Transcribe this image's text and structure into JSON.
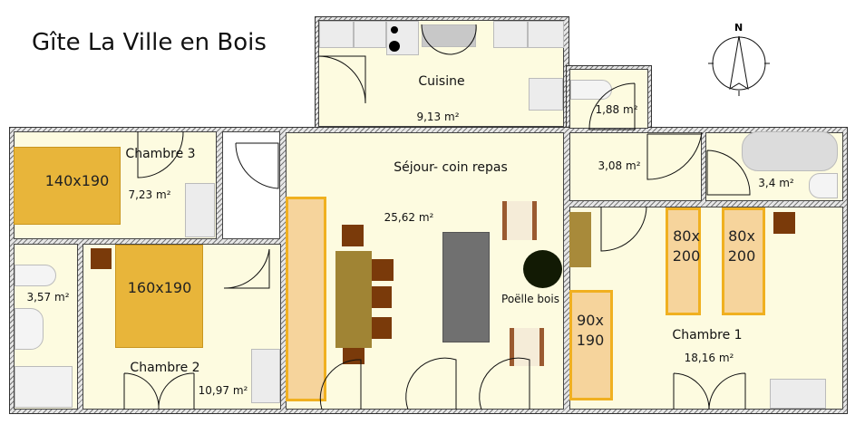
{
  "title": "Gîte La Ville en Bois",
  "compass_label": "N",
  "rooms": {
    "cuisine": {
      "name": "Cuisine",
      "area": "9,13 m²"
    },
    "wc_top": {
      "area": "1,88 m²"
    },
    "chambre3": {
      "name": "Chambre 3",
      "area": "7,23 m²",
      "bed": "140x190"
    },
    "wc_left": {
      "area": "3,57 m²"
    },
    "chambre2": {
      "name": "Chambre 2",
      "area": "10,97 m²",
      "bed": "160x190"
    },
    "sejour": {
      "name": "Séjour- coin repas",
      "area": "25,62 m²",
      "stove": "Poëlle bois"
    },
    "hall": {
      "area": "3,08 m²"
    },
    "bathroom": {
      "area": "3,4 m²"
    },
    "chambre1": {
      "name": "Chambre 1",
      "area": "18,16 m²",
      "bed_a_1": "80x",
      "bed_a_2": "200",
      "bed_b_1": "80x",
      "bed_b_2": "200",
      "bed_c_1": "90x",
      "bed_c_2": "190"
    }
  }
}
